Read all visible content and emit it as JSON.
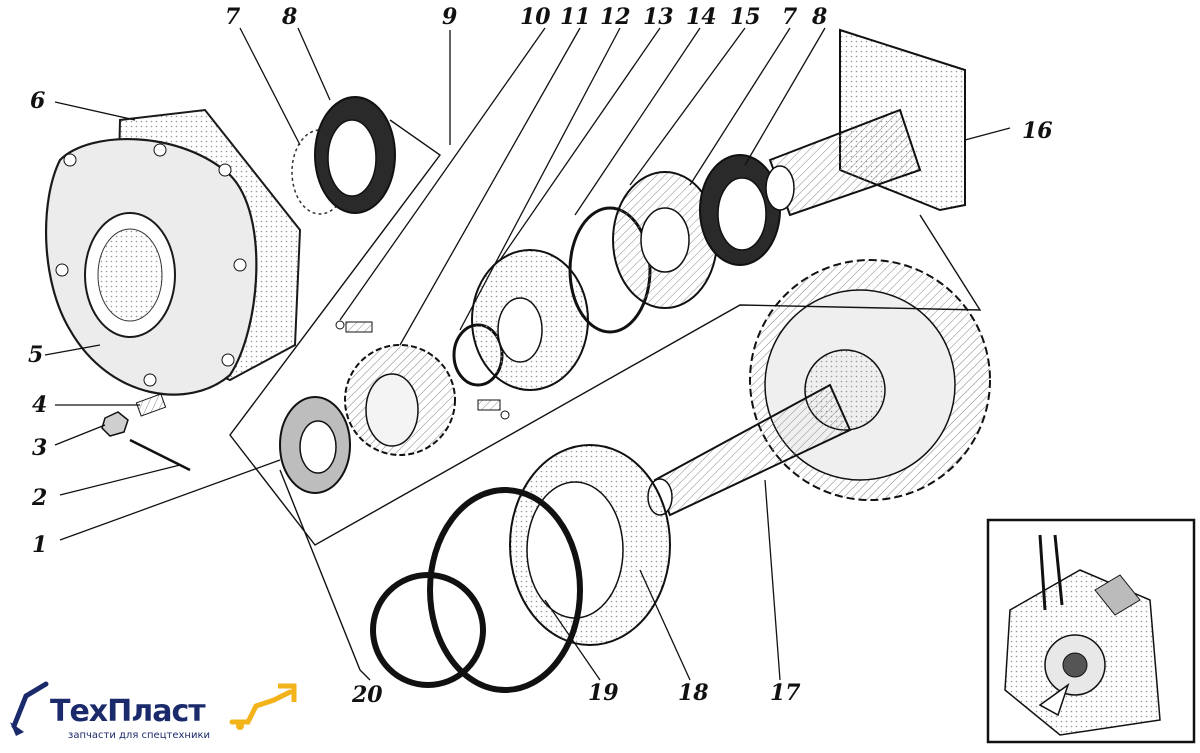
{
  "callouts": [
    "1",
    "2",
    "3",
    "4",
    "5",
    "6",
    "7",
    "8",
    "9",
    "10",
    "11",
    "12",
    "13",
    "14",
    "15",
    "7",
    "8",
    "16",
    "17",
    "18",
    "19",
    "20"
  ],
  "logo": {
    "name": "ТехПласт",
    "tagline": "запчасти для спецтехники"
  },
  "colors": {
    "line": "#1a1a1a",
    "shade": "#d8d8d8",
    "paper": "#ffffff",
    "logo_blue": "#1b2a6b",
    "logo_yellow": "#f2b31b"
  },
  "icons": [
    "excavator-logo-icon",
    "loader-logo-icon"
  ]
}
